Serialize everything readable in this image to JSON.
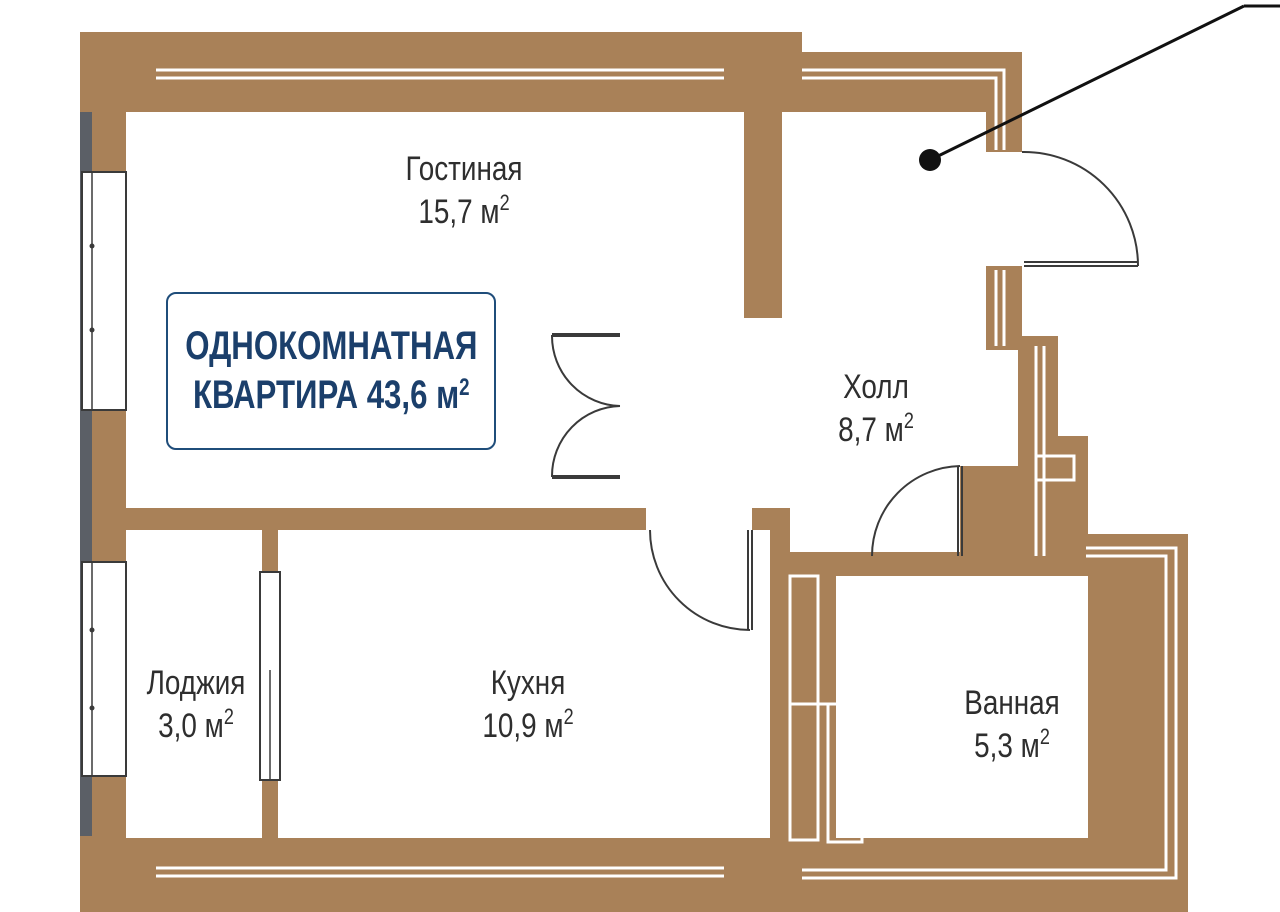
{
  "title": {
    "line1": "ОДНОКОМНАТНАЯ",
    "line2": "КВАРТИРА 43,6 м",
    "sup": "2"
  },
  "rooms": [
    {
      "id": "living",
      "name": "Гостиная",
      "area": "15,7 м",
      "sup": "2"
    },
    {
      "id": "hall",
      "name": "Холл",
      "area": "8,7 м",
      "sup": "2"
    },
    {
      "id": "loggia",
      "name": "Лоджия",
      "area": "3,0 м",
      "sup": "2"
    },
    {
      "id": "kitchen",
      "name": "Кухня",
      "area": "10,9 м",
      "sup": "2"
    },
    {
      "id": "bath",
      "name": "Ванная",
      "area": "5,3 м",
      "sup": "2"
    }
  ],
  "colors": {
    "wall": "#a98158",
    "wall_line": "#ffffff",
    "outline": "#3a3a3a",
    "window_edge": "#5b5f66",
    "title_text": "#1b3f6b",
    "title_border": "#1f4d7a",
    "room_text": "#2e2e2e"
  }
}
